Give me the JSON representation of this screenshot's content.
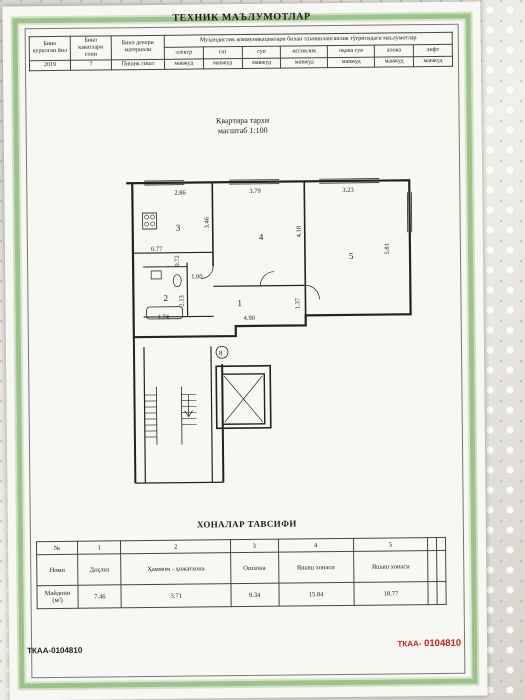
{
  "tech": {
    "title": "ТЕХНИК МАЪЛУМОТЛАР",
    "col_year": "Бино курилган йил",
    "col_floors": "Бино каватлари сони",
    "col_material": "Бино девори материали",
    "col_utilities": "Муҳандислик коммуникациялари билан таъминланганлик тўғрисидаги маълумотлар",
    "utilities": [
      "электр",
      "газ",
      "сув",
      "иссиклик",
      "оқава сув",
      "алока",
      "лифт"
    ],
    "year": "2019",
    "floors": "7",
    "material": "Пишик гишт",
    "utility_values": [
      "мавжуд",
      "мавжуд",
      "мавжуд",
      "мавжуд",
      "мавжуд",
      "мавжуд",
      "мавжуд"
    ]
  },
  "plan": {
    "title": "Квартира тархи",
    "scale": "масштаб 1:100",
    "dims": {
      "top_r3": "2.86",
      "top_r4": "3.79",
      "top_r5": "3.23",
      "d_346": "3.46",
      "d_418": "4.18",
      "d_581": "5.81",
      "d_077": "0.77",
      "d_072": "0.72",
      "d_100": "1.00",
      "d_213": "2.13",
      "d_174": "1.74",
      "d_490": "4.90",
      "d_137": "1.37"
    },
    "rooms": {
      "r1": "1",
      "r2": "2",
      "r3": "3",
      "r4": "4",
      "r5": "5"
    },
    "entrance": "8"
  },
  "rooms_table": {
    "title": "ХОНАЛАР ТАВСИФИ",
    "label_no": "№",
    "label_name": "Номи",
    "label_area": "Майдони (м²)",
    "numbers": [
      "1",
      "2",
      "3",
      "4",
      "5",
      "",
      ""
    ],
    "names": [
      "Даҳлиз",
      "Ҳаммом - ҳожатхона",
      "Ошхона",
      "Яшаш хонаси",
      "Яшаш хонаси",
      "",
      ""
    ],
    "areas": [
      "7.46",
      "3.71",
      "9.34",
      "15.84",
      "18.77",
      "",
      ""
    ]
  },
  "footer": {
    "left_number": "ТКАА-0104810",
    "right_prefix": "ТКАА-",
    "right_number": "0104810"
  }
}
